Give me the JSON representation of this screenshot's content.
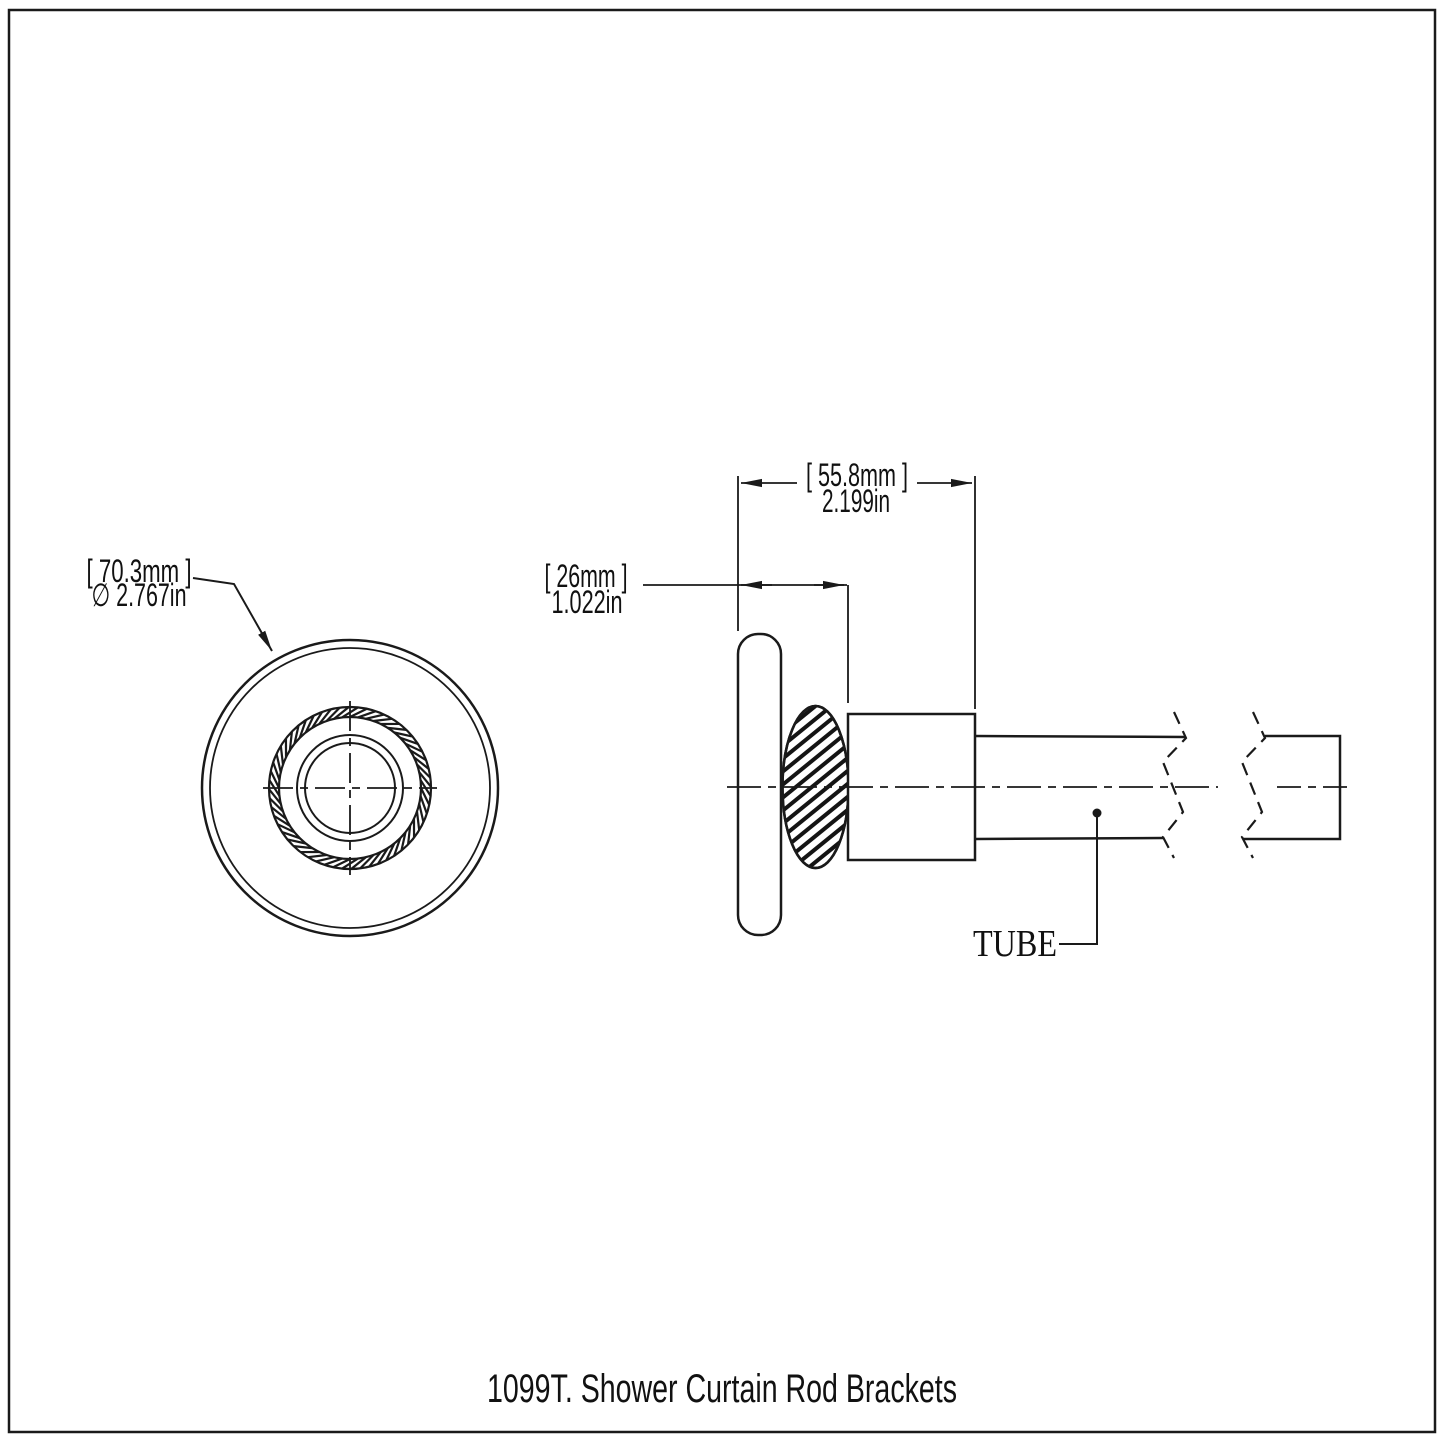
{
  "colors": {
    "line": "#1a1a1a",
    "background": "#ffffff"
  },
  "front_view": {
    "diameter_mm": "[ 70.3mm ]",
    "diameter_in": "∅ 2.767in"
  },
  "side_view": {
    "overall_depth_mm": "[ 55.8mm ]",
    "overall_depth_in": "2.199in",
    "projection_mm": "[ 26mm ]",
    "projection_in": "1.022in",
    "tube_label": "TUBE"
  },
  "caption": "1099T. Shower Curtain Rod Brackets"
}
